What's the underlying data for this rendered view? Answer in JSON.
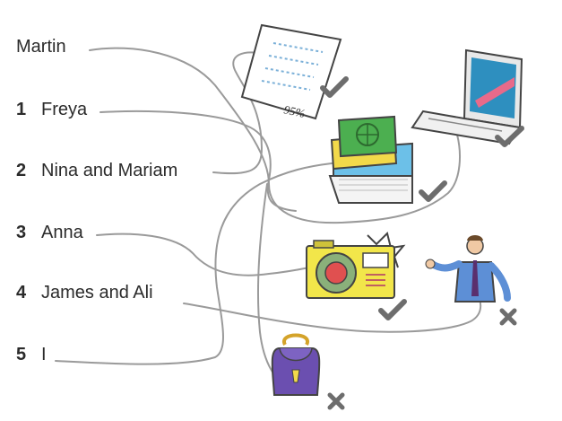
{
  "items": [
    {
      "number": "",
      "name": "Martin"
    },
    {
      "number": "1",
      "name": "Freya"
    },
    {
      "number": "2",
      "name": "Nina and Mariam"
    },
    {
      "number": "3",
      "name": "Anna"
    },
    {
      "number": "4",
      "name": "James and Ali"
    },
    {
      "number": "5",
      "name": "I"
    }
  ],
  "test_paper_score": "95%",
  "pictures": [
    {
      "icon": "test-paper-icon",
      "mark": "tick"
    },
    {
      "icon": "laptop-icon",
      "mark": "tick"
    },
    {
      "icon": "books-icon",
      "mark": "tick"
    },
    {
      "icon": "camera-icon",
      "mark": "tick"
    },
    {
      "icon": "man-icon",
      "mark": "cross"
    },
    {
      "icon": "bag-icon",
      "mark": "cross"
    }
  ],
  "colors": {
    "line": "#9a9a9a",
    "tick": "#6d6d6d",
    "book_green": "#4caf50",
    "camera_yellow": "#f2e64a",
    "bag_purple": "#6b4fb0",
    "shirt_blue": "#5d8fd6"
  }
}
